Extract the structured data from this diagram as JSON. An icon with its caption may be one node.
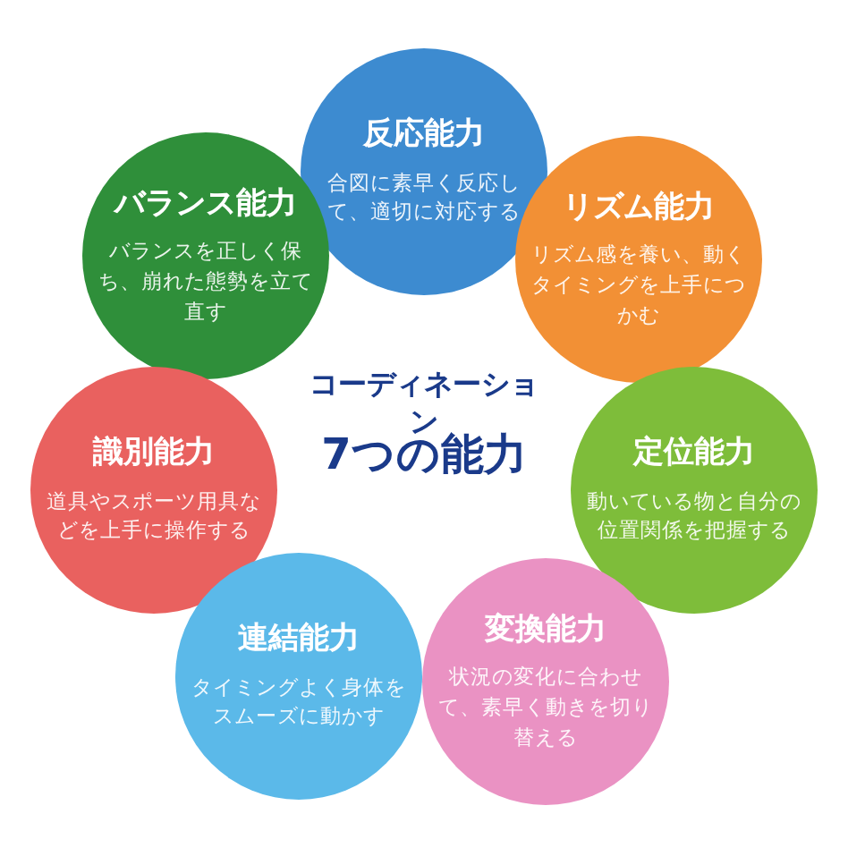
{
  "diagram": {
    "nodes": [
      {
        "text": [
          "反応能力",
          "合図に素早く反応して、適切に対応する"
        ]
      },
      {
        "text": [
          "バランス能力",
          "バランスを正しく保ち、崩れた態勢を立て直す"
        ]
      },
      {
        "text": [
          "リズム能力",
          "リズム感を養い、動くタイミングを上手につかむ"
        ]
      },
      {
        "text": [
          "識別能力",
          "道具やスポーツ用具などを上手に操作する"
        ]
      },
      {
        "text": [
          "定位能力",
          "動いている物と自分の位置関係を把握する"
        ]
      },
      {
        "text": [
          "連結能力",
          "タイミングよく身体をスムーズに動かす"
        ]
      },
      {
        "text": [
          "変換能力",
          "状況の変化に合わせて、素早く動きを切り替える"
        ]
      }
    ],
    "labels": [
      "コーディネーション",
      "7つの能力"
    ]
  }
}
